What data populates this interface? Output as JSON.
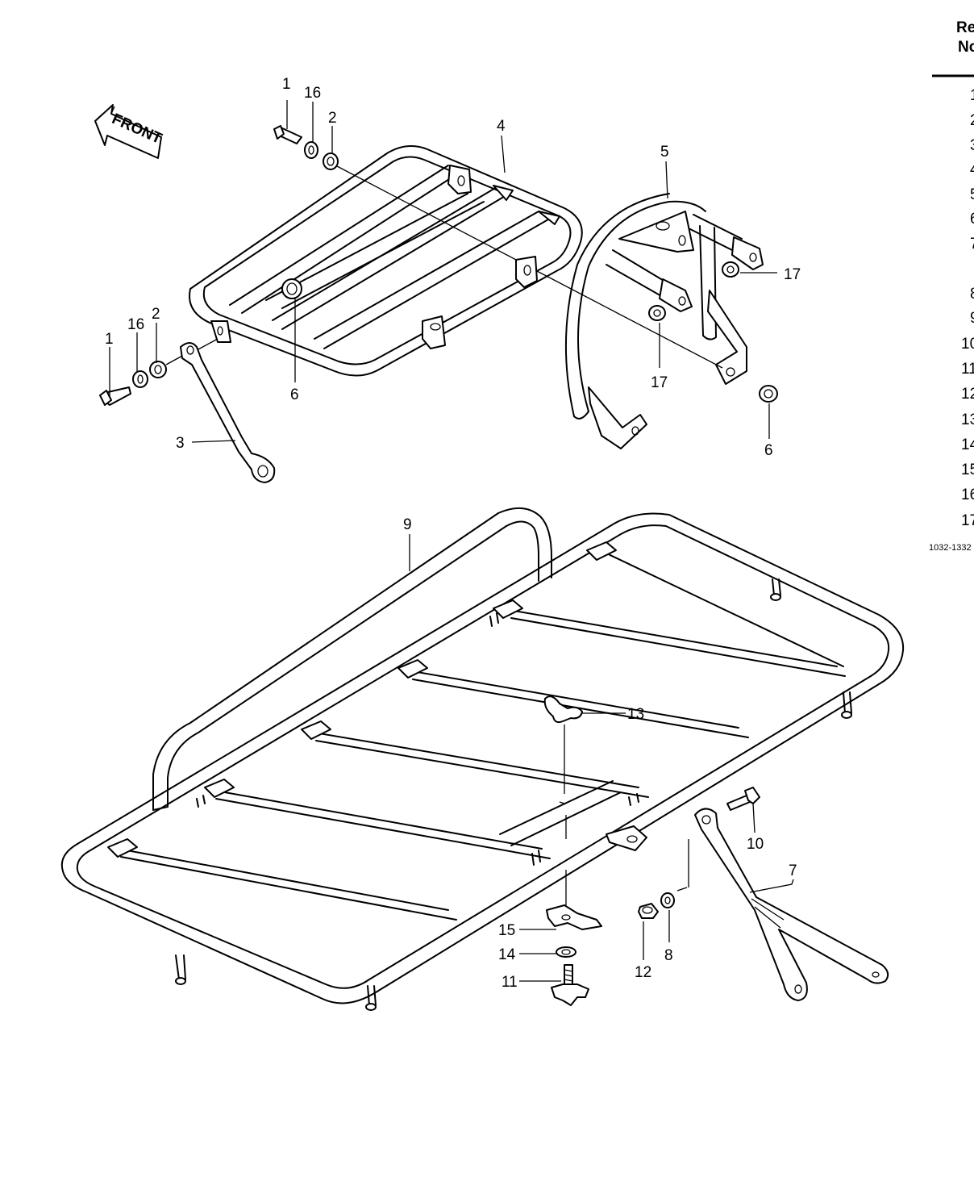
{
  "front_arrow_label": "FRONT",
  "callouts": {
    "top_1": "1",
    "top_16": "16",
    "top_2": "2",
    "top_4": "4",
    "top_5": "5",
    "right_17": "17",
    "mid_17": "17",
    "right_6": "6",
    "left_1": "1",
    "left_16": "16",
    "left_2": "2",
    "left_6": "6",
    "left_3": "3",
    "big_9": "9",
    "big_13": "13",
    "big_10": "10",
    "big_7": "7",
    "big_15": "15",
    "big_14": "14",
    "big_11": "11",
    "big_12": "12",
    "big_8": "8"
  },
  "ref_table": {
    "header_line1": "Re",
    "header_line2": "No",
    "rows": [
      "1",
      "2",
      "3",
      "4",
      "5",
      "6",
      "7",
      "8",
      "9",
      "10",
      "11",
      "12",
      "13",
      "14",
      "15",
      "16",
      "17"
    ]
  },
  "drawing_code": "1032-1332"
}
